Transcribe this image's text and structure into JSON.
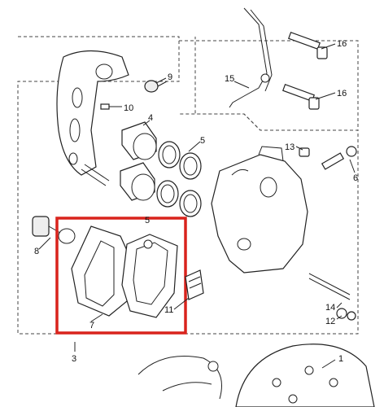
{
  "diagram": {
    "highlight_color": "#d9231c",
    "line_color": "#222222",
    "callouts": [
      {
        "key": "c1",
        "text": "1"
      },
      {
        "key": "c3",
        "text": "3"
      },
      {
        "key": "c4",
        "text": "4"
      },
      {
        "key": "c5a",
        "text": "5"
      },
      {
        "key": "c5b",
        "text": "5"
      },
      {
        "key": "c6",
        "text": "6"
      },
      {
        "key": "c7",
        "text": "7"
      },
      {
        "key": "c8",
        "text": "8"
      },
      {
        "key": "c9",
        "text": "9"
      },
      {
        "key": "c10",
        "text": "10"
      },
      {
        "key": "c11",
        "text": "11"
      },
      {
        "key": "c12",
        "text": "12"
      },
      {
        "key": "c13",
        "text": "13"
      },
      {
        "key": "c14",
        "text": "14"
      },
      {
        "key": "c15",
        "text": "15"
      },
      {
        "key": "c16a",
        "text": "16"
      },
      {
        "key": "c16b",
        "text": "16"
      }
    ]
  }
}
